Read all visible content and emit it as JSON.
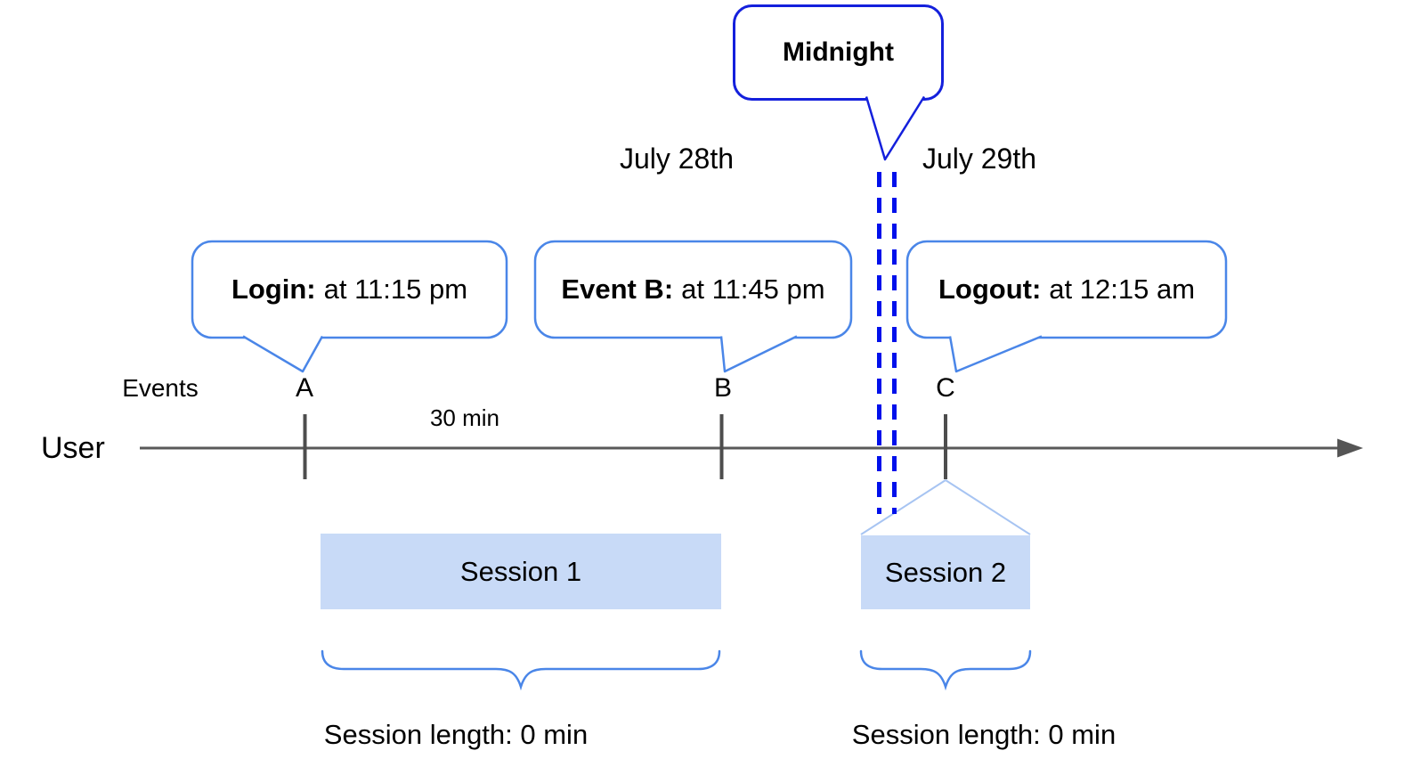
{
  "diagram": {
    "midnight": {
      "label": "Midnight"
    },
    "dates": {
      "before": "July 28th",
      "after": "July 29th"
    },
    "axis": {
      "events_label": "Events",
      "user_label": "User",
      "interval_label": "30 min",
      "marks": {
        "a": "A",
        "b": "B",
        "c": "C"
      }
    },
    "bubbles": {
      "login": {
        "bold": "Login:",
        "text": "at 11:15 pm"
      },
      "event_b": {
        "bold": "Event B:",
        "text": "at 11:45 pm"
      },
      "logout": {
        "bold": "Logout:",
        "text": "at 12:15 am"
      }
    },
    "sessions": {
      "s1": {
        "label": "Session 1",
        "length": "Session length: 0 min"
      },
      "s2": {
        "label": "Session 2",
        "length": "Session length: 0 min"
      }
    },
    "colors": {
      "midnight_border_blue": "#1420dc",
      "dashed_line_blue": "#0010eb",
      "bubble_border_blue": "#4a86e8",
      "session_fill_blue": "#c8daf7",
      "funnel_line_blue": "#a7c4f2",
      "timeline_gray": "#595959"
    }
  }
}
